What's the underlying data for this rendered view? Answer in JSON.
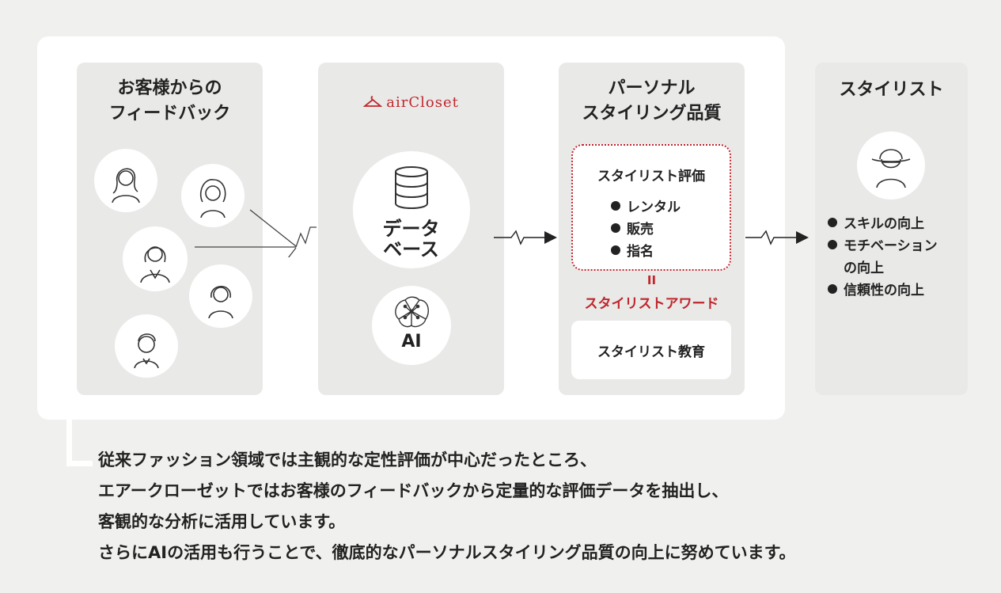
{
  "colors": {
    "accent": "#c0262d",
    "panel": "#e9e9e7",
    "background": "#f0f0ee"
  },
  "feedback": {
    "title_line1": "お客様からの",
    "title_line2": "フィードバック",
    "icons": [
      "woman-long-hair-icon",
      "woman-wavy-hair-icon",
      "woman-blazer-icon",
      "woman-bob-hair-icon",
      "man-short-hair-icon"
    ]
  },
  "database": {
    "logo_text": "airCloset",
    "db_line1": "データ",
    "db_line2": "ベース",
    "ai_label": "AI"
  },
  "quality": {
    "title_line1": "パーソナル",
    "title_line2": "スタイリング品質",
    "eval_title": "スタイリスト評価",
    "eval_items": [
      "レンタル",
      "販売",
      "指名"
    ],
    "equals": "II",
    "award": "スタイリストアワード",
    "education": "スタイリスト教育"
  },
  "stylist": {
    "title": "スタイリスト",
    "benefits": [
      "スキルの向上",
      "モチベーション",
      "の向上",
      "信頼性の向上"
    ]
  },
  "caption": {
    "lines": [
      "従来ファッション領域では主観的な定性評価が中心だったところ、",
      "エアークローゼットではお客様のフィードバックから定量的な評価データを抽出し、",
      "客観的な分析に活用しています。",
      "さらにAIの活用も行うことで、徹底的なパーソナルスタイリング品質の向上に努めています。"
    ]
  }
}
